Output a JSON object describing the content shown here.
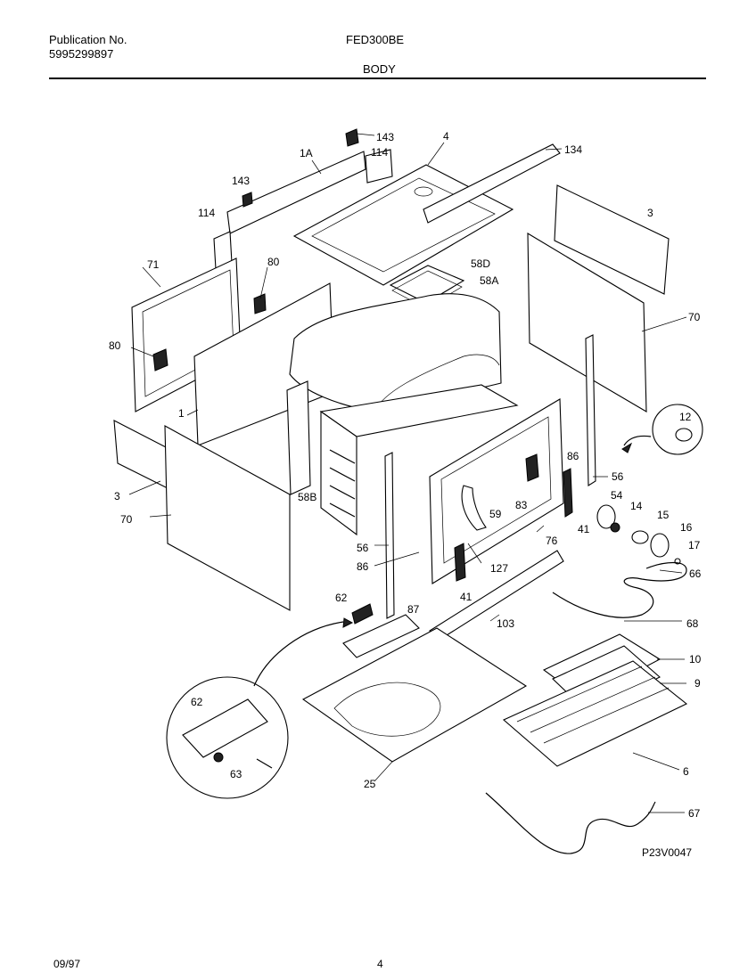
{
  "header": {
    "publication_label": "Publication No.",
    "publication_number": "5995299897",
    "model": "FED300BE",
    "section": "BODY"
  },
  "diagram": {
    "drawing_code": "P23V0047",
    "callouts": [
      {
        "id": "c143a",
        "label": "143"
      },
      {
        "id": "c114a",
        "label": "114"
      },
      {
        "id": "c4",
        "label": "4"
      },
      {
        "id": "c134",
        "label": "134"
      },
      {
        "id": "c1A",
        "label": "1A"
      },
      {
        "id": "c143b",
        "label": "143"
      },
      {
        "id": "c114b",
        "label": "114"
      },
      {
        "id": "c3a",
        "label": "3"
      },
      {
        "id": "c71",
        "label": "71"
      },
      {
        "id": "c80a",
        "label": "80"
      },
      {
        "id": "c58D",
        "label": "58D"
      },
      {
        "id": "c58A",
        "label": "58A"
      },
      {
        "id": "c70a",
        "label": "70"
      },
      {
        "id": "c80b",
        "label": "80"
      },
      {
        "id": "c1",
        "label": "1"
      },
      {
        "id": "c12",
        "label": "12"
      },
      {
        "id": "c86a",
        "label": "86"
      },
      {
        "id": "c56a",
        "label": "56"
      },
      {
        "id": "c3b",
        "label": "3"
      },
      {
        "id": "c58B",
        "label": "58B"
      },
      {
        "id": "c54",
        "label": "54"
      },
      {
        "id": "c14",
        "label": "14"
      },
      {
        "id": "c15",
        "label": "15"
      },
      {
        "id": "c16",
        "label": "16"
      },
      {
        "id": "c70b",
        "label": "70"
      },
      {
        "id": "c59",
        "label": "59"
      },
      {
        "id": "c83",
        "label": "83"
      },
      {
        "id": "c41a",
        "label": "41"
      },
      {
        "id": "c17",
        "label": "17"
      },
      {
        "id": "c76",
        "label": "76"
      },
      {
        "id": "c56b",
        "label": "56"
      },
      {
        "id": "c86b",
        "label": "86"
      },
      {
        "id": "c127",
        "label": "127"
      },
      {
        "id": "c66",
        "label": "66"
      },
      {
        "id": "c41b",
        "label": "41"
      },
      {
        "id": "c62a",
        "label": "62"
      },
      {
        "id": "c87",
        "label": "87"
      },
      {
        "id": "c103",
        "label": "103"
      },
      {
        "id": "c68",
        "label": "68"
      },
      {
        "id": "c10",
        "label": "10"
      },
      {
        "id": "c9",
        "label": "9"
      },
      {
        "id": "c62b",
        "label": "62"
      },
      {
        "id": "c6",
        "label": "6"
      },
      {
        "id": "c63",
        "label": "63"
      },
      {
        "id": "c25",
        "label": "25"
      },
      {
        "id": "c67",
        "label": "67"
      }
    ]
  },
  "footer": {
    "date": "09/97",
    "page": "4"
  }
}
